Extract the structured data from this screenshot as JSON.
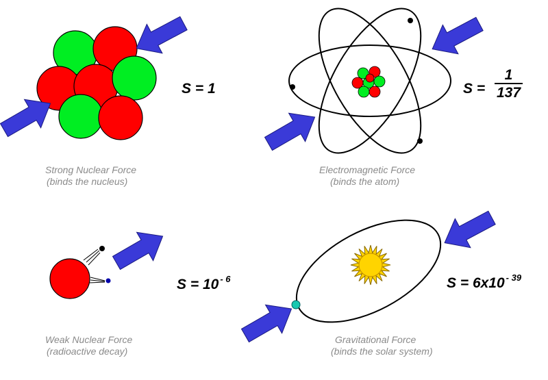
{
  "strong": {
    "caption_line1": "Strong Nuclear Force",
    "caption_line2": "(binds the nucleus)",
    "formula": "S = 1"
  },
  "electromagnetic": {
    "caption_line1": "Electromagnetic Force",
    "caption_line2": "(binds the atom)",
    "formula_prefix": "S =",
    "numerator": "1",
    "denominator": "137"
  },
  "weak": {
    "caption_line1": "Weak Nuclear Force",
    "caption_line2": "(radioactive decay)",
    "formula_base": "S = 10",
    "formula_exponent": "- 6"
  },
  "gravitational": {
    "caption_line1": "Gravitational Force",
    "caption_line2": "(binds the solar system)",
    "formula_base": "S = 6x10",
    "formula_exponent": "- 39"
  },
  "colors": {
    "proton": "#ff0000",
    "neutron": "#00ee22",
    "arrow": "#3a3ad8",
    "sun": "#ffd400",
    "planet": "#18c8b0"
  },
  "icons": [
    "arrow-icon",
    "nucleus-icon",
    "atom-icon",
    "sun-icon",
    "planet-icon",
    "electron-icon"
  ]
}
